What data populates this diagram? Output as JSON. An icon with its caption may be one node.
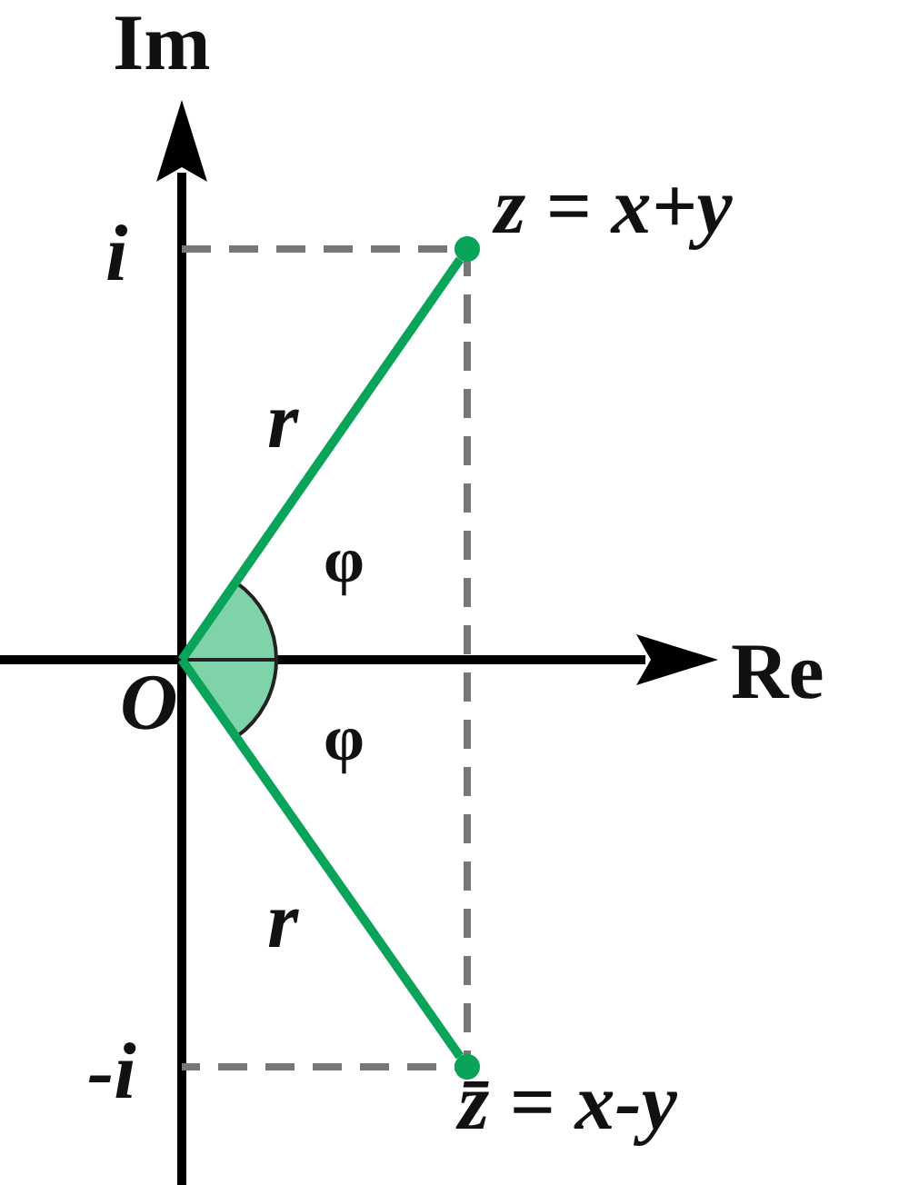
{
  "diagram": {
    "nodes": [
      {
        "text": [
          "O"
        ]
      },
      {
        "text": [],
        "shape": "circle",
        "beside": [
          "z = x+y"
        ]
      },
      {
        "text": [],
        "shape": "circle",
        "beside": [
          "z̄ = x-y"
        ]
      }
    ],
    "edges": [
      {
        "from": 0,
        "to": 1,
        "arrow": "none",
        "label": "r"
      },
      {
        "from": 0,
        "to": 2,
        "arrow": "none",
        "label": "r"
      }
    ],
    "labels": [
      "Im",
      "i",
      "Re",
      "φ",
      "φ",
      "-i"
    ]
  }
}
